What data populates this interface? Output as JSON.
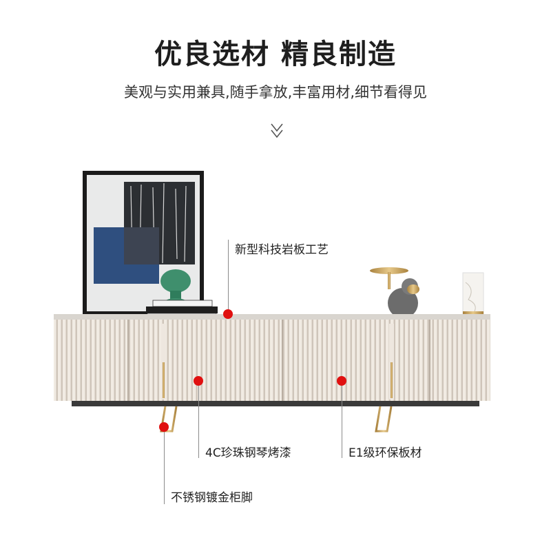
{
  "header": {
    "title": "优良选材 精良制造",
    "subtitle": "美观与实用兼具,随手拿放,丰富用材,细节看得见"
  },
  "features": {
    "slab": "新型科技岩板工艺",
    "paint": "4C珍珠钢琴烤漆",
    "board": "E1级环保板材",
    "legs": "不锈钢镀金柜脚"
  },
  "icons": [
    "double-chevron-down-icon"
  ],
  "colors": {
    "accent_dot": "#e01010",
    "cabinet": "#eee7df",
    "gold": "#c9a25a",
    "base": "#3a3a3a"
  }
}
